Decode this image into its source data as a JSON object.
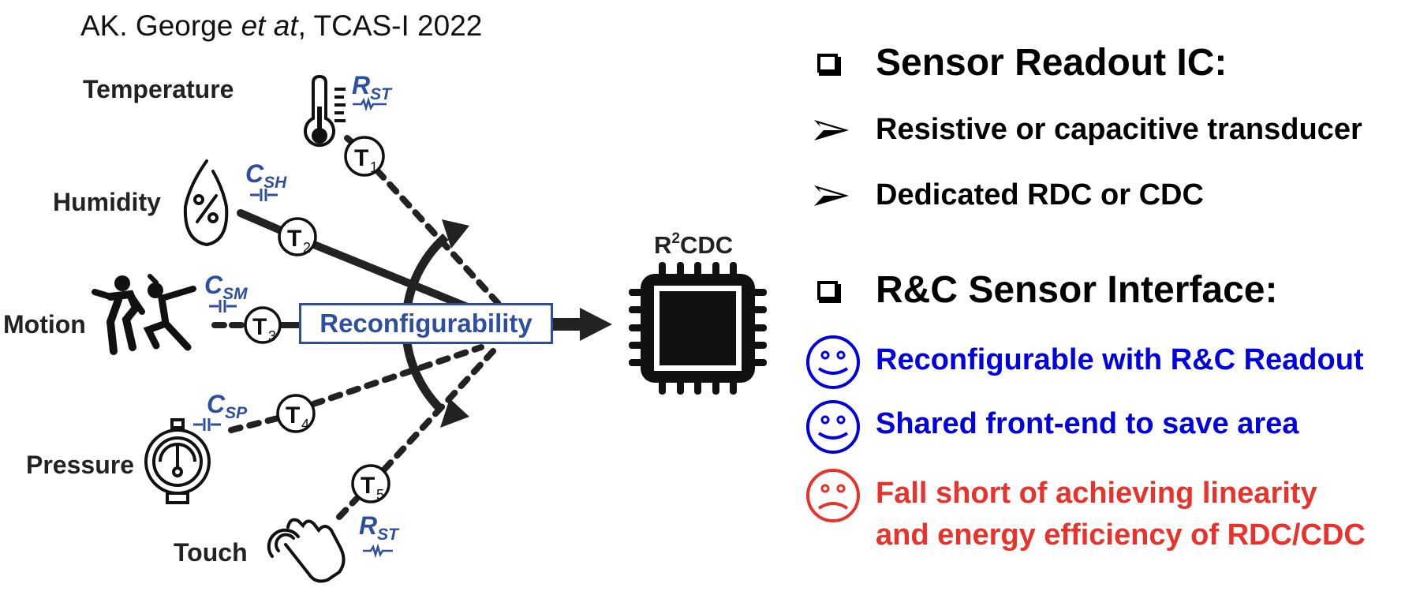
{
  "citation": {
    "authors": "AK. George ",
    "etal": "et at",
    "venue": ", TCAS-I 2022"
  },
  "sensors": [
    {
      "name": "Temperature",
      "element": "R",
      "element_sub": "ST",
      "node": "T",
      "node_sub": "1"
    },
    {
      "name": "Humidity",
      "element": "C",
      "element_sub": "SH",
      "node": "T",
      "node_sub": "2"
    },
    {
      "name": "Motion",
      "element": "C",
      "element_sub": "SM",
      "node": "T",
      "node_sub": "3"
    },
    {
      "name": "Pressure",
      "element": "C",
      "element_sub": "SP",
      "node": "T",
      "node_sub": "4"
    },
    {
      "name": "Touch",
      "element": "R",
      "element_sub": "ST",
      "node": "T",
      "node_sub": "5"
    }
  ],
  "reconfigurability_label": "Reconfigurability",
  "chip": {
    "label_main": "R",
    "label_sup": "2",
    "label_rest": "CDC"
  },
  "bullets": {
    "section1": {
      "title": "Sensor Readout IC:",
      "icon": "hollow-square-bullet"
    },
    "section1_items": [
      {
        "text": "Resistive or capacitive transducer",
        "icon": "arrowhead-bullet"
      },
      {
        "text": "Dedicated RDC or CDC",
        "icon": "arrowhead-bullet"
      }
    ],
    "section2": {
      "title": "R&C Sensor Interface:",
      "icon": "hollow-square-bullet"
    },
    "section2_items": [
      {
        "text": "Reconfigurable with R&C Readout",
        "icon": "smiley-face",
        "color": "#0000E0"
      },
      {
        "text": "Shared front-end to save area",
        "icon": "smiley-face",
        "color": "#0000E0"
      },
      {
        "text_line1": "Fall short of achieving linearity",
        "text_line2": "and energy efficiency of RDC/CDC",
        "icon": "frowning-face",
        "color": "#E8322A"
      }
    ]
  },
  "colors": {
    "diagram_blue": "#2E4FA0",
    "positive": "#0000E0",
    "negative": "#E8322A"
  }
}
